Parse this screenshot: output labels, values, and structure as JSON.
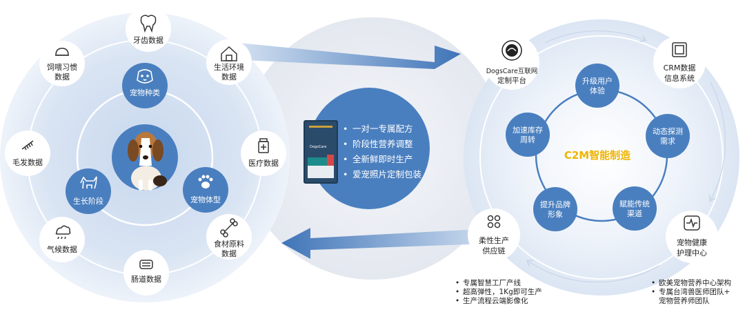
{
  "left_cluster": {
    "inner_nodes": [
      {
        "label": "宠物种类",
        "icon": "pet-face-icon"
      },
      {
        "label": "宠物体型",
        "icon": "paw-icon"
      },
      {
        "label": "生长阶段",
        "icon": "dog-icon"
      }
    ],
    "outer_nodes": [
      {
        "label": "牙齿数据",
        "icon": "tooth-icon"
      },
      {
        "label_lines": [
          "生活环境",
          "数据"
        ],
        "icon": "house-icon"
      },
      {
        "label": "医疗数据",
        "icon": "medicine-bottle-icon"
      },
      {
        "label_lines": [
          "食材原料",
          "数据"
        ],
        "icon": "bone-icon"
      },
      {
        "label": "肠道数据",
        "icon": "intestine-icon"
      },
      {
        "label": "气候数据",
        "icon": "cloud-rain-icon"
      },
      {
        "label": "毛发数据",
        "icon": "comb-icon"
      },
      {
        "label_lines": [
          "饲喂习惯",
          "数据"
        ],
        "icon": "food-bowl-icon"
      }
    ],
    "center_image": "beagle-dog-photo"
  },
  "center": {
    "features": [
      "一对一专属配方",
      "阶段性营养调整",
      "全新鲜即时生产",
      "爱宠照片定制包装"
    ],
    "product_image": "dog-food-bag-image"
  },
  "right_cluster": {
    "center_title": "C2M智能制造",
    "inner_nodes": [
      {
        "label_lines": [
          "升级用户",
          "体验"
        ]
      },
      {
        "label_lines": [
          "动态探测",
          "需求"
        ]
      },
      {
        "label_lines": [
          "赋能传统",
          "渠道"
        ]
      },
      {
        "label_lines": [
          "提升品牌",
          "形象"
        ]
      },
      {
        "label_lines": [
          "加速库存",
          "周转"
        ]
      }
    ],
    "outer_nodes": [
      {
        "label_lines": [
          "DogsCare互联网",
          "定制平台"
        ],
        "icon": "dogscare-logo-icon"
      },
      {
        "label_lines": [
          "CRM数据",
          "信息系统"
        ],
        "icon": "crm-device-icon"
      },
      {
        "label_lines": [
          "宠物健康",
          "护理中心"
        ],
        "icon": "health-monitor-icon"
      },
      {
        "label_lines": [
          "柔性生产",
          "供应链"
        ],
        "icon": "flexible-production-icon"
      }
    ],
    "notes_production": [
      "专属智慧工厂产线",
      "超高弹性，1Kg即可生产",
      "生产流程云端影像化"
    ],
    "notes_health": [
      "欧美宠物营养中心架构",
      "专属台湾兽医师团队+",
      "宠物营养师团队"
    ]
  },
  "colors": {
    "node_blue": "#4a7fbf",
    "pale_circle": "#dfe8f5",
    "ring": "#ffffff",
    "arrow": "#4a7fbf",
    "accent_title": "#f0b400",
    "text_dark": "#222222"
  }
}
